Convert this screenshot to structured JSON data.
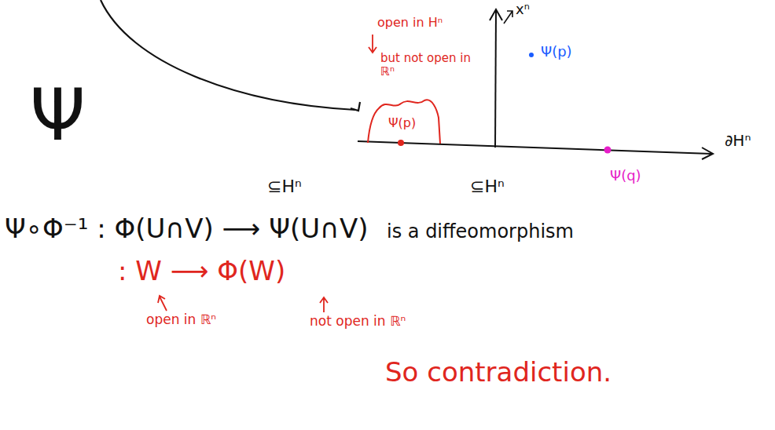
{
  "diagram": {
    "labels": [
      "Ψ",
      "xⁿ",
      "Ψ(p)",
      "open in Hⁿ",
      "but not open in ℝⁿ",
      "Ψ(p)",
      "Ψ(q)",
      "∂Hⁿ",
      "⊆Hⁿ",
      "⊆Hⁿ",
      "Ψ∘Φ⁻¹ : Φ(U∩V) ⟶ Ψ(U∩V)",
      "is a diffeomorphism",
      ": W ⟶ Φ(W)",
      "open in ℝⁿ",
      "not open in ℝⁿ",
      "So contradiction."
    ]
  }
}
